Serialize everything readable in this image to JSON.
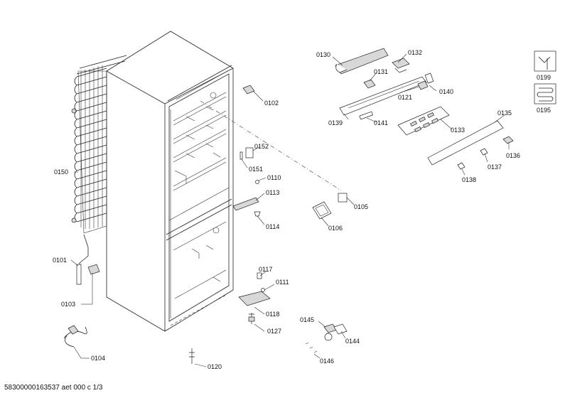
{
  "labels": [
    {
      "id": "0130",
      "text": "0130"
    },
    {
      "id": "0132",
      "text": "0132"
    },
    {
      "id": "0131",
      "text": "0131"
    },
    {
      "id": "0121",
      "text": "0121"
    },
    {
      "id": "0140",
      "text": "0140"
    },
    {
      "id": "0139",
      "text": "0139"
    },
    {
      "id": "0141",
      "text": "0141"
    },
    {
      "id": "0133",
      "text": "0133"
    },
    {
      "id": "0135",
      "text": "0135"
    },
    {
      "id": "0136",
      "text": "0136"
    },
    {
      "id": "0137",
      "text": "0137"
    },
    {
      "id": "0138",
      "text": "0138"
    },
    {
      "id": "0102",
      "text": "0102"
    },
    {
      "id": "0152",
      "text": "0152"
    },
    {
      "id": "0151",
      "text": "0151"
    },
    {
      "id": "0110",
      "text": "0110"
    },
    {
      "id": "0113",
      "text": "0113"
    },
    {
      "id": "0114",
      "text": "0114"
    },
    {
      "id": "0105",
      "text": "0105"
    },
    {
      "id": "0106",
      "text": "0106"
    },
    {
      "id": "0150",
      "text": "0150"
    },
    {
      "id": "0101",
      "text": "0101"
    },
    {
      "id": "0103",
      "text": "0103"
    },
    {
      "id": "0104",
      "text": "0104"
    },
    {
      "id": "0117",
      "text": "0117"
    },
    {
      "id": "0111",
      "text": "0111"
    },
    {
      "id": "0118",
      "text": "0118"
    },
    {
      "id": "0127",
      "text": "0127"
    },
    {
      "id": "0120",
      "text": "0120"
    },
    {
      "id": "0145",
      "text": "0145"
    },
    {
      "id": "0144",
      "text": "0144"
    },
    {
      "id": "0146",
      "text": "0146"
    },
    {
      "id": "0199",
      "text": "0199"
    },
    {
      "id": "0195",
      "text": "0195"
    }
  ],
  "footer": "58300000163537 aet 000 c 1/3"
}
